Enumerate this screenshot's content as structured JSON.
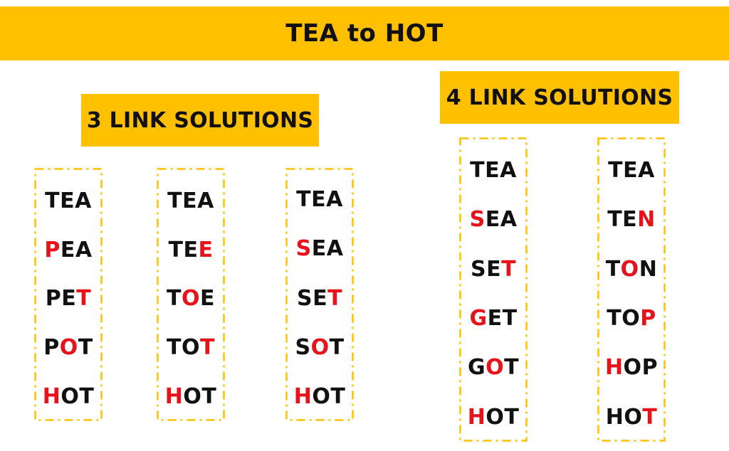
{
  "title": "TEA to HOT",
  "colors": {
    "banner": "#ffc000",
    "highlight": "#e8121b",
    "text": "#111111",
    "frame": "#ffc000"
  },
  "sections": [
    {
      "label": "3 LINK SOLUTIONS",
      "columns": [
        {
          "words": [
            {
              "text": "TEA",
              "changed": -1
            },
            {
              "text": "PEA",
              "changed": 0
            },
            {
              "text": "PET",
              "changed": 2
            },
            {
              "text": "POT",
              "changed": 1
            },
            {
              "text": "HOT",
              "changed": 0
            }
          ]
        },
        {
          "words": [
            {
              "text": "TEA",
              "changed": -1
            },
            {
              "text": "TEE",
              "changed": 2
            },
            {
              "text": "TOE",
              "changed": 1
            },
            {
              "text": "TOT",
              "changed": 2
            },
            {
              "text": "HOT",
              "changed": 0
            }
          ]
        },
        {
          "words": [
            {
              "text": "TEA",
              "changed": -1
            },
            {
              "text": "SEA",
              "changed": 0
            },
            {
              "text": "SET",
              "changed": 2
            },
            {
              "text": "SOT",
              "changed": 1
            },
            {
              "text": "HOT",
              "changed": 0
            }
          ]
        }
      ]
    },
    {
      "label": "4 LINK SOLUTIONS",
      "columns": [
        {
          "words": [
            {
              "text": "TEA",
              "changed": -1
            },
            {
              "text": "SEA",
              "changed": 0
            },
            {
              "text": "SET",
              "changed": 2
            },
            {
              "text": "GET",
              "changed": 0
            },
            {
              "text": "GOT",
              "changed": 1
            },
            {
              "text": "HOT",
              "changed": 0
            }
          ]
        },
        {
          "words": [
            {
              "text": "TEA",
              "changed": -1
            },
            {
              "text": "TEN",
              "changed": 2
            },
            {
              "text": "TON",
              "changed": 1
            },
            {
              "text": "TOP",
              "changed": 2
            },
            {
              "text": "HOP",
              "changed": 0
            },
            {
              "text": "HOT",
              "changed": 2
            }
          ]
        }
      ]
    }
  ]
}
